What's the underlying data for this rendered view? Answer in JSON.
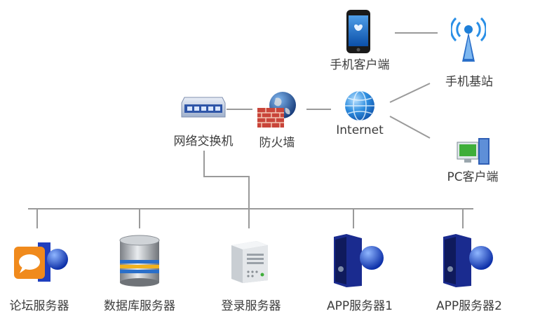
{
  "nodes": {
    "phone": "手机客户端",
    "base_station": "手机基站",
    "switch": "网络交换机",
    "firewall": "防火墙",
    "internet": "Internet",
    "pc": "PC客户端"
  },
  "servers": [
    {
      "label": "论坛服务器",
      "icon": "forum-server-icon"
    },
    {
      "label": "数据库服务器",
      "icon": "database-server-icon"
    },
    {
      "label": "登录服务器",
      "icon": "login-server-icon"
    },
    {
      "label": "APP服务器1",
      "icon": "app-server-icon"
    },
    {
      "label": "APP服务器2",
      "icon": "app-server-icon"
    }
  ],
  "colors": {
    "line": "#9a9a9a",
    "globe_blue": "#1e7fd8",
    "server_blue": "#1f3fbf"
  }
}
